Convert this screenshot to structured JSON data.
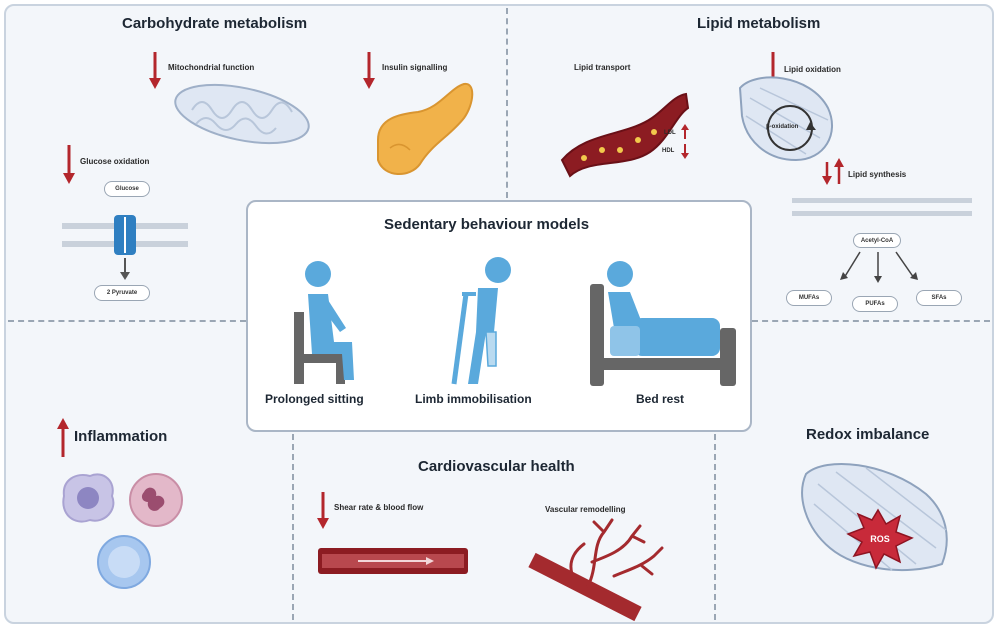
{
  "sections": {
    "carbohydrate": {
      "title": "Carbohydrate metabolism",
      "mitochondrial": "Mitochondrial function",
      "insulin": "Insulin signalling",
      "glucose_oxidation": "Glucose oxidation",
      "glucose": "Glucose",
      "pyruvate": "2 Pyruvate"
    },
    "lipid": {
      "title": "Lipid metabolism",
      "transport": "Lipid transport",
      "ldl": "LDL",
      "hdl": "HDL",
      "oxidation": "Lipid oxidation",
      "beta_oxidation": "β-oxidation",
      "synthesis": "Lipid synthesis",
      "acetyl": "Acetyl-CoA",
      "products": [
        "MUFAs",
        "PUFAs",
        "SFAs"
      ]
    },
    "center": {
      "title": "Sedentary behaviour models",
      "models": [
        "Prolonged sitting",
        "Limb immobilisation",
        "Bed rest"
      ]
    },
    "inflammation": {
      "title": "Inflammation"
    },
    "cardio": {
      "title": "Cardiovascular health",
      "shear": "Shear rate & blood flow",
      "vascular": "Vascular remodelling"
    },
    "redox": {
      "title": "Redox imbalance",
      "ros": "ROS"
    }
  },
  "colors": {
    "arrow_red": "#b3262c",
    "figure_blue": "#5aa9dc",
    "furniture_gray": "#666666",
    "panel_bg": "#f3f6fa",
    "vessel_red": "#8c1c22"
  }
}
